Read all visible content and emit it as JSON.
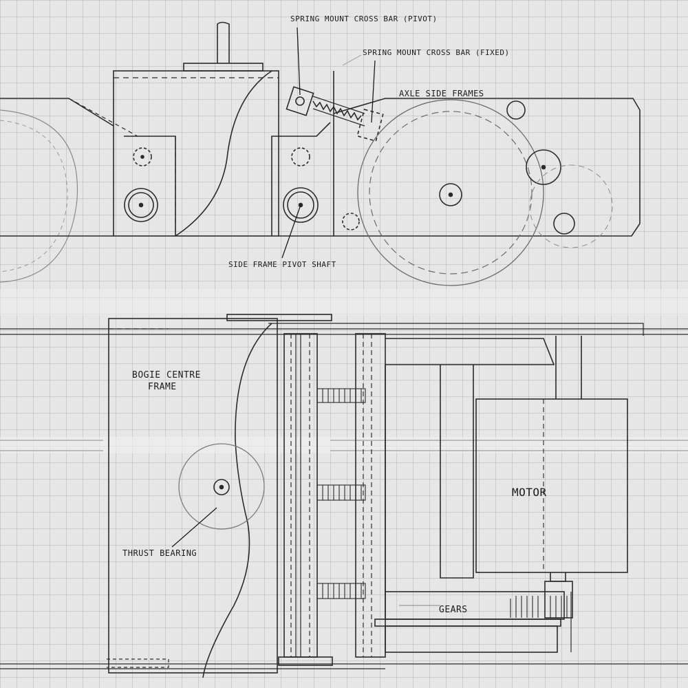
{
  "labels": {
    "spring_mount_pivot": "SPRING MOUNT CROSS BAR (PIVOT)",
    "spring_mount_fixed": "SPRING MOUNT CROSS BAR (FIXED)",
    "axle_side_frames": "AXLE SIDE FRAMES",
    "side_frame_pivot_shaft": "SIDE FRAME PIVOT SHAFT",
    "bogie_centre_frame_line1": "BOGIE CENTRE",
    "bogie_centre_frame_line2": "FRAME",
    "motor": "MOTOR",
    "thrust_bearing": "THRUST BEARING",
    "gears": "GEARS"
  },
  "colors": {
    "paper": "#e6e6e6",
    "grid": "#9d9d9d",
    "pencil": "#2a2a2a",
    "faint_pencil": "#8a8a8a"
  }
}
